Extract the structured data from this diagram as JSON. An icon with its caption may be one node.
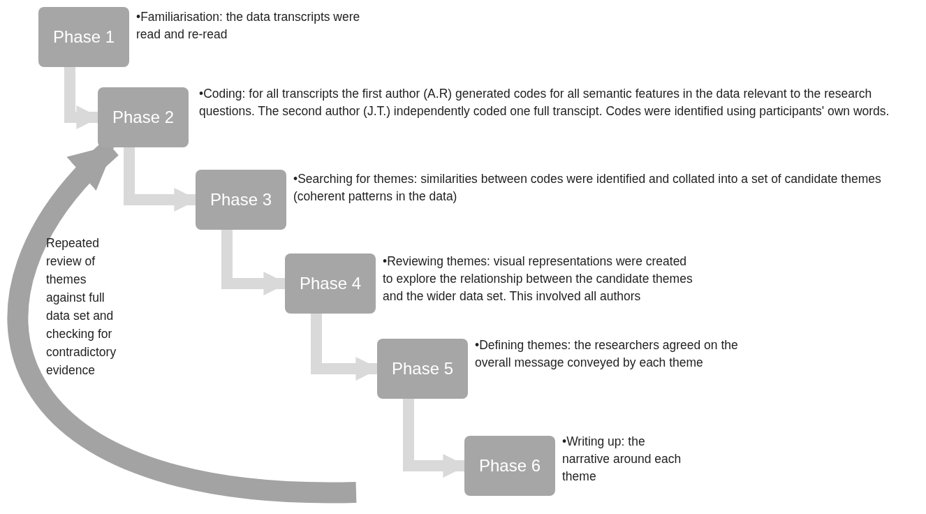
{
  "diagram": {
    "nodes": [
      {
        "text": [
          "Phase 1"
        ],
        "beside": [
          "•Familiarisation: the data transcripts were read and re-read"
        ]
      },
      {
        "text": [
          "Phase 2"
        ],
        "beside": [
          "•Coding: for all transcripts the first author (A.R) generated codes for all semantic features in the data relevant to the research questions. The second author (J.T.) independently coded one full transcipt. Codes were identified using participants' own words."
        ]
      },
      {
        "text": [
          "Phase 3"
        ],
        "beside": [
          "•Searching for themes: similarities between codes were identified and collated into a set of candidate themes (coherent patterns in the data)"
        ]
      },
      {
        "text": [
          "Phase 4"
        ],
        "beside": [
          "•Reviewing themes: visual representations were created to explore the relationship between the candidate themes and the wider data set. This involved all authors"
        ]
      },
      {
        "text": [
          "Phase 5"
        ],
        "beside": [
          "•Defining themes: the researchers agreed on the overall message conveyed by each theme"
        ]
      },
      {
        "text": [
          "Phase 6"
        ],
        "beside": [
          "•Writing up: the narrative around each theme"
        ]
      }
    ],
    "edges": [
      {
        "from": 0,
        "to": 1,
        "arrow": "to"
      },
      {
        "from": 1,
        "to": 2,
        "arrow": "to"
      },
      {
        "from": 2,
        "to": 3,
        "arrow": "to"
      },
      {
        "from": 3,
        "to": 4,
        "arrow": "to"
      },
      {
        "from": 4,
        "to": 5,
        "arrow": "to"
      },
      {
        "from": null,
        "to": 1,
        "arrow": "to",
        "style": "thick",
        "color": "#a3a3a3"
      }
    ],
    "labels": [
      "Repeated review of themes against full data set and checking for contradictory evidence"
    ]
  }
}
